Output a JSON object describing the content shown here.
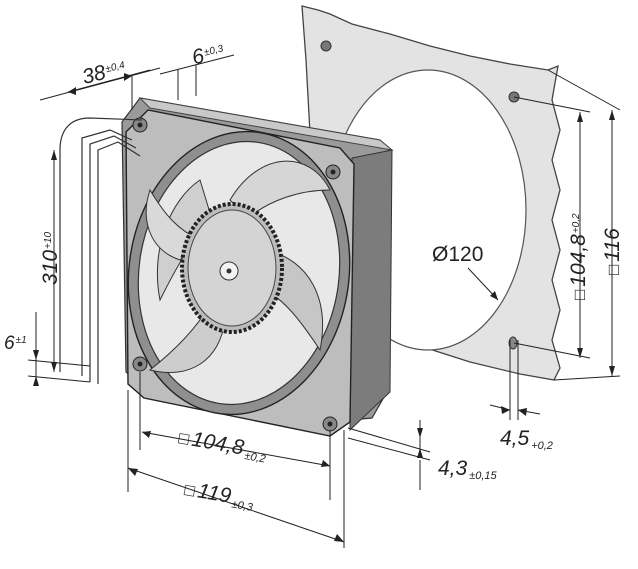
{
  "dimensions": {
    "depth": {
      "value": "38",
      "tol": "±0,4"
    },
    "bracket_depth": {
      "value": "6",
      "tol": "±0,3"
    },
    "cable_length": {
      "value": "310",
      "tol": "+10"
    },
    "lead_strip": {
      "value": "6",
      "tol": "±1"
    },
    "hole_spacing_bottom": {
      "value": "104,8",
      "tol": "±0,2",
      "prefix": "□"
    },
    "frame_width": {
      "value": "119",
      "tol": "±0,3",
      "prefix": "□"
    },
    "flange_thickness": {
      "value": "4,3",
      "tol": "±0,15"
    },
    "hole_diameter": {
      "value": "4,5",
      "tol": "+0,2"
    },
    "hole_spacing_right": {
      "value": "104,8",
      "tol": "+0,2",
      "prefix": "□"
    },
    "panel_size": {
      "value": "116",
      "prefix": "□"
    },
    "cutout_diameter": {
      "value": "120",
      "prefix": "Ø"
    }
  },
  "colors": {
    "line": "#222222",
    "gasket": "#e2e2e2",
    "frame": "#b8b8b8",
    "frame_dark": "#6e6e6e",
    "blade": "#cfcfcf"
  }
}
